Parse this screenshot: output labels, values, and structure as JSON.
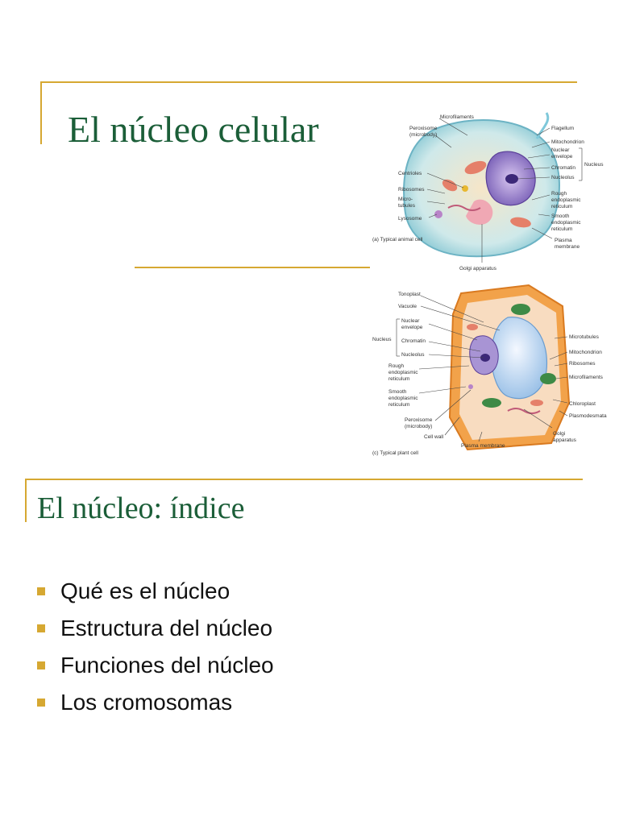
{
  "slide1": {
    "title": "El núcleo celular",
    "animal_cell": {
      "caption": "(a) Typical animal cell",
      "labels": {
        "microfilaments": "Microfilaments",
        "peroxisome_1": "Peroxisome",
        "peroxisome_2": "(microbody)",
        "flagellum": "Flagellum",
        "mitochondrion": "Mitochondrion",
        "nuclear_env_1": "Nuclear",
        "nuclear_env_2": "envelope",
        "chromatin": "Chromatin",
        "nucleus": "Nucleus",
        "nucleolus": "Nucleolus",
        "centrioles": "Centrioles",
        "ribosomes": "Ribosomes",
        "microtubules_1": "Micro-",
        "microtubules_2": "tubules",
        "rough_er_1": "Rough",
        "rough_er_2": "endoplasmic",
        "rough_er_3": "reticulum",
        "smooth_er_1": "Smooth",
        "smooth_er_2": "endoplasmic",
        "smooth_er_3": "reticulum",
        "lysosome": "Lysosome",
        "plasma_1": "Plasma",
        "plasma_2": "membrane",
        "golgi": "Golgi apparatus"
      }
    },
    "plant_cell": {
      "caption": "(c) Typical plant cell",
      "labels": {
        "tonoplast": "Tonoplast",
        "vacuole": "Vacuole",
        "nuclear_env_1": "Nuclear",
        "nuclear_env_2": "envelope",
        "nucleus": "Nucleus",
        "chromatin": "Chromatin",
        "nucleolus": "Nucleolus",
        "rough_er_1": "Rough",
        "rough_er_2": "endoplasmic",
        "rough_er_3": "reticulum",
        "smooth_er_1": "Smooth",
        "smooth_er_2": "endoplasmic",
        "smooth_er_3": "reticulum",
        "peroxisome_1": "Peroxisome",
        "peroxisome_2": "(microbody)",
        "cell_wall": "Cell wall",
        "plasma_membrane": "Plasma membrane",
        "microtubules": "Microtubules",
        "mitochondrion": "Mitochondrion",
        "ribosomes": "Ribosomes",
        "microfilaments": "Microfilaments",
        "chloroplast": "Chloroplast",
        "plasmodesmata": "Plasmodesmata",
        "golgi_1": "Golgi",
        "golgi_2": "apparatus"
      }
    }
  },
  "slide2": {
    "title": "El núcleo: índice",
    "bullets": [
      "Qué es el núcleo",
      "Estructura del núcleo",
      "Funciones del núcleo",
      "Los cromosomas"
    ]
  },
  "colors": {
    "accent": "#d6a832",
    "title": "#1b5e38",
    "text": "#111111"
  }
}
